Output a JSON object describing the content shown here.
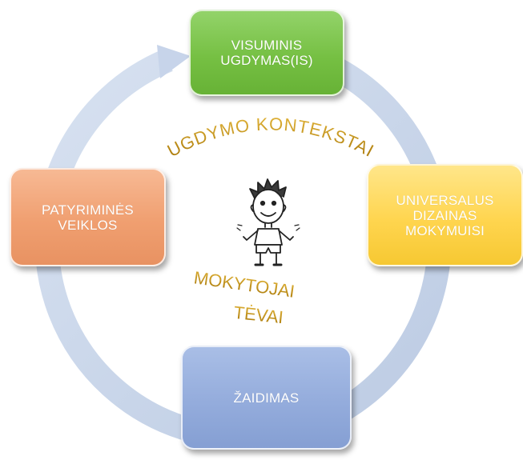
{
  "diagram": {
    "nodes": {
      "top": "VISUMINIS\nUGDYMAS(IS)",
      "right": "UNIVERSALUS\nDIZAINAS\nMOKYMUISI",
      "bottom": "ŽAIDIMAS",
      "left": "PATYRIMINĖS\nVEIKLOS"
    },
    "arc_label": "UGDYMO KONTEKSTAI",
    "center_labels": {
      "line1": "MOKYTOJAI",
      "line2": "TĖVAI"
    }
  },
  "colors": {
    "top": "#76c043",
    "right": "#ffd54f",
    "bottom": "#94acdc",
    "left": "#f09f70",
    "ring": "#c9d6ea",
    "label_gold": "#b8860b"
  },
  "icons": {
    "center": "child-figure-icon",
    "cycle": "cycle-arrow-icon"
  }
}
